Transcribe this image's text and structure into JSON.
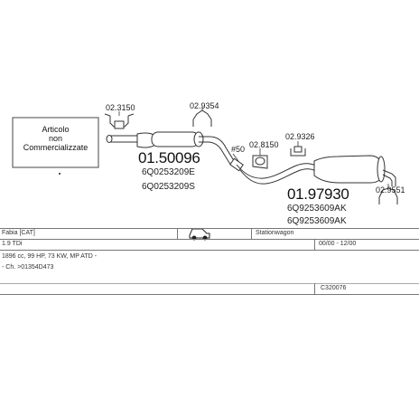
{
  "diagram": {
    "not_commercialized_note": [
      "Articolo",
      "non",
      "Commercializzate"
    ],
    "clamp_left": "02.3150",
    "clamp_top": "02.9354",
    "pipe_marker": "#50",
    "clamp_mid": "02.8150",
    "clamp_mid2": "02.9326",
    "clamp_right": "02.9551",
    "front_muffler": {
      "number": "01.50096",
      "oem_codes": [
        "6Q0253209E",
        "6Q0253209S"
      ]
    },
    "rear_muffler": {
      "number": "01.97930",
      "oem_codes": [
        "6Q9253609AK",
        "6Q9253609AK"
      ]
    }
  },
  "info": {
    "model": "Fabia [CAT]",
    "body": "Stationwagon",
    "engine": "1.9 TDi",
    "period": "00/00 - 12/00",
    "specs": "1896 cc, 99 HP, 73 KW, MP ATD -",
    "chassis": "- Ch. >01354D473",
    "ref_code": "C320076"
  }
}
